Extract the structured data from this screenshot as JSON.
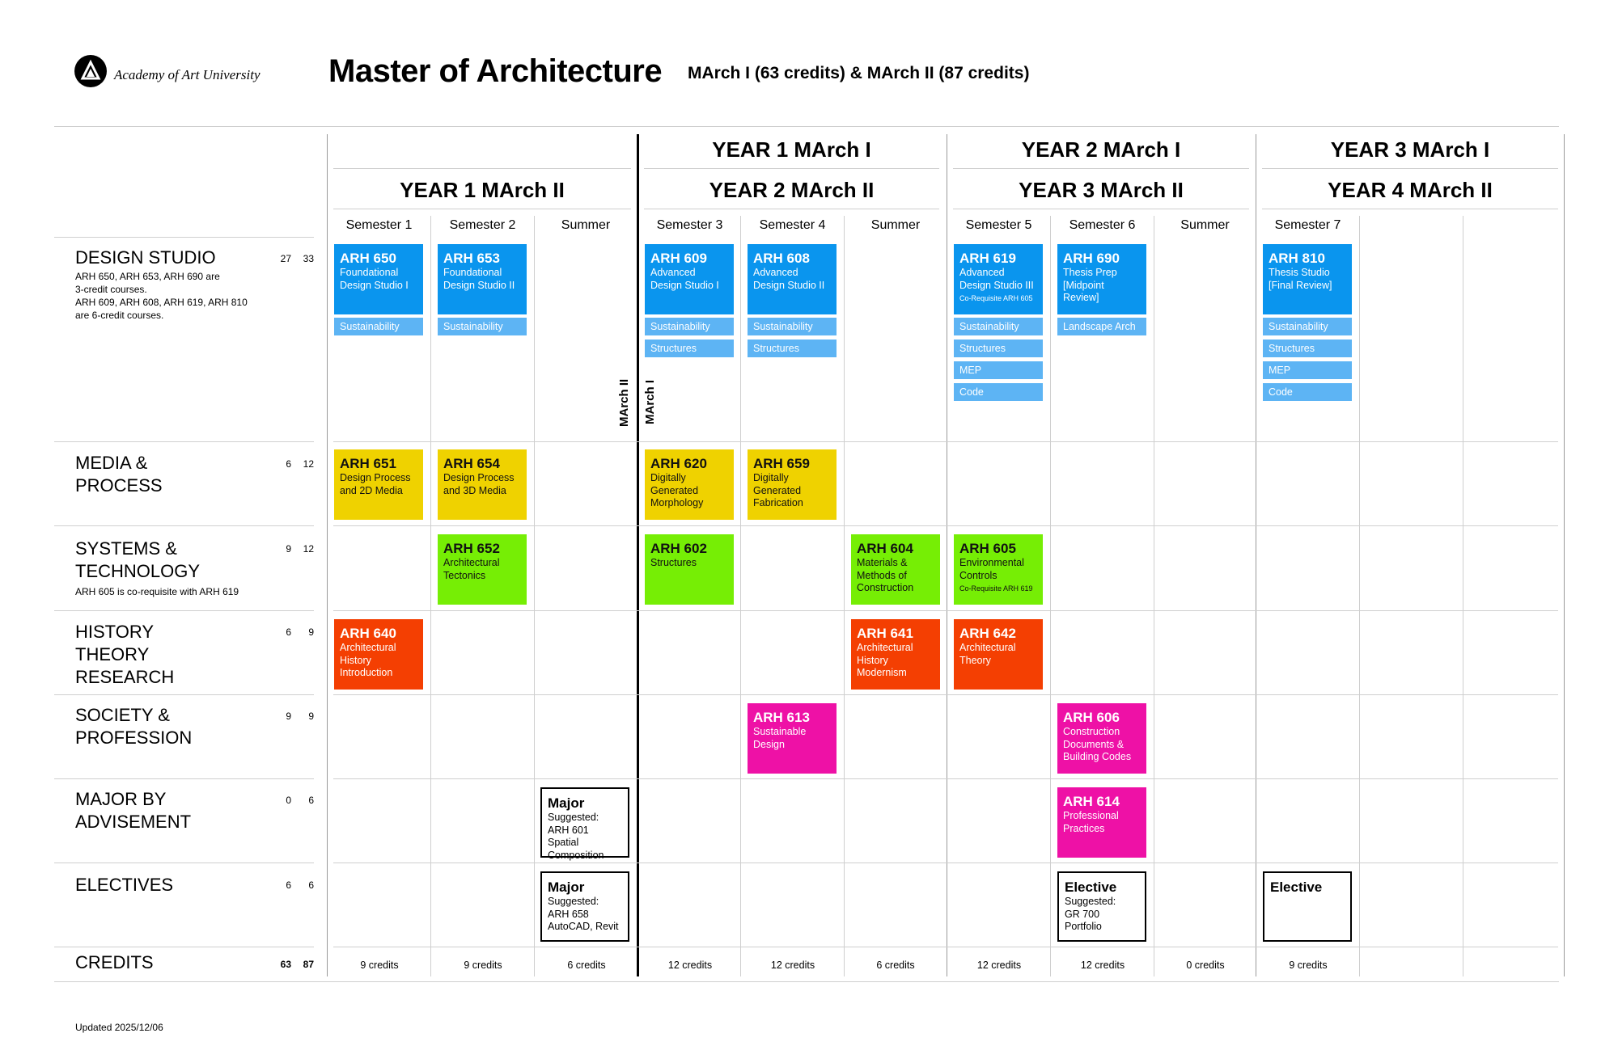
{
  "header": {
    "university": "Academy of Art University",
    "title": "Master of Architecture",
    "subtitle": "MArch I (63 credits) & MArch II (87 credits)"
  },
  "years_top": [
    "YEAR 1 MArch I",
    "YEAR 2 MArch I",
    "YEAR 3 MArch I"
  ],
  "years_bottom": [
    "YEAR 1 MArch II",
    "YEAR 2 MArch II",
    "YEAR 3 MArch II",
    "YEAR 4 MArch II"
  ],
  "semesters": [
    "Semester 1",
    "Semester 2",
    "Summer",
    "Semester 3",
    "Semester 4",
    "Summer",
    "Semester 5",
    "Semester 6",
    "Summer",
    "Semester 7",
    "",
    ""
  ],
  "vertical_labels": [
    "MArch II",
    "MArch I"
  ],
  "categories": [
    {
      "name": "DESIGN STUDIO",
      "note": "ARH 650, ARH 653, ARH 690 are\n3-credit courses.\nARH 609, ARH 608, ARH 619, ARH 810\nare 6-credit courses.",
      "march1": "27",
      "march2": "33"
    },
    {
      "name": "MEDIA &\nPROCESS",
      "note": "",
      "march1": "6",
      "march2": "12"
    },
    {
      "name": "SYSTEMS &\nTECHNOLOGY",
      "note": "ARH 605 is co-requisite with ARH 619",
      "march1": "9",
      "march2": "12"
    },
    {
      "name": "HISTORY\nTHEORY\nRESEARCH",
      "note": "",
      "march1": "6",
      "march2": "9"
    },
    {
      "name": "SOCIETY &\nPROFESSION",
      "note": "",
      "march1": "9",
      "march2": "9"
    },
    {
      "name": "MAJOR BY\nADVISEMENT",
      "note": "",
      "march1": "0",
      "march2": "6"
    },
    {
      "name": "ELECTIVES",
      "note": "",
      "march1": "6",
      "march2": "6"
    },
    {
      "name": "CREDITS",
      "note": "",
      "march1": "63",
      "march2": "87"
    }
  ],
  "courses": [
    {
      "code": "ARH 650",
      "name": "Foundational\nDesign Studio I",
      "req": "",
      "color": "#0a95ee"
    },
    {
      "code": "ARH 653",
      "name": "Foundational\nDesign Studio II",
      "req": "",
      "color": "#0a95ee"
    },
    {
      "code": "ARH 609",
      "name": "Advanced\nDesign Studio I",
      "req": "",
      "color": "#0a95ee"
    },
    {
      "code": "ARH 608",
      "name": "Advanced\nDesign Studio II",
      "req": "",
      "color": "#0a95ee"
    },
    {
      "code": "ARH 619",
      "name": "Advanced\nDesign Studio III",
      "req": "Co-Requisite ARH 605",
      "color": "#0a95ee"
    },
    {
      "code": "ARH 690",
      "name": "Thesis Prep\n[Midpoint\nReview]",
      "req": "",
      "color": "#0a95ee"
    },
    {
      "code": "ARH 810",
      "name": "Thesis Studio\n[Final Review]",
      "req": "",
      "color": "#0a95ee"
    },
    {
      "code": "ARH 651",
      "name": "Design Process\nand 2D Media",
      "req": "",
      "color": "#efd200"
    },
    {
      "code": "ARH 654",
      "name": "Design Process\nand 3D Media",
      "req": "",
      "color": "#efd200"
    },
    {
      "code": "ARH 620",
      "name": "Digitally\nGenerated\nMorphology",
      "req": "",
      "color": "#efd200"
    },
    {
      "code": "ARH 659",
      "name": "Digitally\nGenerated\nFabrication",
      "req": "",
      "color": "#efd200"
    },
    {
      "code": "ARH 652",
      "name": "Architectural\nTectonics",
      "req": "",
      "color": "#76ee05"
    },
    {
      "code": "ARH 602",
      "name": "Structures",
      "req": "",
      "color": "#76ee05"
    },
    {
      "code": "ARH 604",
      "name": "Materials &\nMethods of\nConstruction",
      "req": "",
      "color": "#76ee05"
    },
    {
      "code": "ARH 605",
      "name": "Environmental\nControls",
      "req": "Co-Requisite ARH 619",
      "color": "#76ee05"
    },
    {
      "code": "ARH 640",
      "name": "Architectural\nHistory\nIntroduction",
      "req": "",
      "color": "#f43f02"
    },
    {
      "code": "ARH 641",
      "name": "Architectural\nHistory\nModernism",
      "req": "",
      "color": "#f43f02"
    },
    {
      "code": "ARH 642",
      "name": "Architectural\nTheory",
      "req": "",
      "color": "#f43f02"
    },
    {
      "code": "ARH 613",
      "name": "Sustainable\nDesign",
      "req": "",
      "color": "#ee11a6"
    },
    {
      "code": "ARH 606",
      "name": "Construction\nDocuments &\nBuilding Codes",
      "req": "",
      "color": "#ee11a6"
    },
    {
      "code": "ARH 614",
      "name": "Professional\nPractices",
      "req": "",
      "color": "#ee11a6"
    },
    {
      "code": "Major",
      "name": "Suggested:\nARH 601 Spatial\nComposition",
      "req": "",
      "color": "#ffffff"
    },
    {
      "code": "Major",
      "name": "Suggested:\nARH 658\nAutoCAD, Revit",
      "req": "",
      "color": "#ffffff"
    },
    {
      "code": "Elective",
      "name": "Suggested:\nGR 700\nPortfolio",
      "req": "",
      "color": "#ffffff"
    },
    {
      "code": "Elective",
      "name": "",
      "req": "",
      "color": "#ffffff"
    }
  ],
  "tags": {
    "sustainability": "Sustainability",
    "structures": "Structures",
    "mep": "MEP",
    "code": "Code",
    "landscape": "Landscape Arch"
  },
  "credits_row": [
    "9 credits",
    "9 credits",
    "6 credits",
    "12 credits",
    "12 credits",
    "6 credits",
    "12 credits",
    "12 credits",
    "0 credits",
    "9 credits"
  ],
  "footer": {
    "updated": "Updated 2025/12/06"
  }
}
